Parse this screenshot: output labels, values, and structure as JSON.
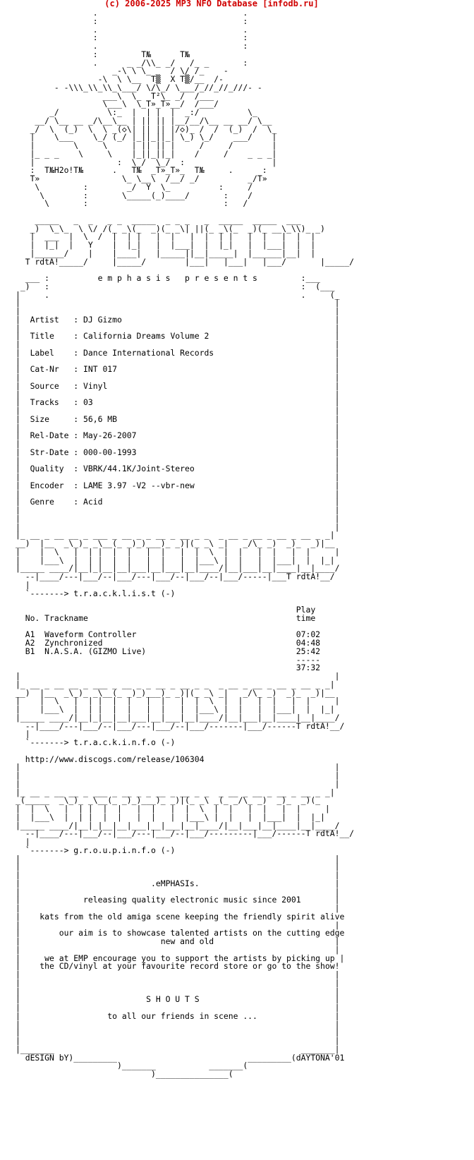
{
  "header": {
    "link_text": "(c) 2006-2025 MP3 NFO Database [infodb.ru]",
    "link_color": "#d00000"
  },
  "nfo": {
    "lines": [
      "                .                              .",
      "                :                              :",
      "                .                              .",
      "                :                              :",
      "                .                              :",
      "                :         T№      T№",
      "                .      _ _/\\\\_ _/   /_ _       :",
      "                    _-\\ \\ \\_    / \\/ /_    -",
      "                 -\\  \\ \\__  T▒  X T▒/__  /-",
      "        - -\\\\\\_\\\\_\\\\_\\___/ \\/\\_/ \\___/_//_//_///- -",
      "                  ___\\  \\_ _T²\\_ _/  /___",
      "                  \\___\\  \\_T»_T»__/  /___/",
      "       _/          \\:_  |  | |  |  _:/          \\_",
      "    __/ \\__ __ _/\\__\\__ | || || |__/__/\\__ __ __/ \\__",
      "   _/  \\  (_)  \\  \\ _(◇\\| || || |/◇)_ /  /  (_)  /  \\_",
      "   |    \\___    \\_/ (_/ |_||_||_| \\_) \\_/    ___/    |",
      "   |        \\     \\     | || || |     /     /        |",
      "   |_ _ _    \\     \\    |_||_||_|    /     /    _ _ _|",
      "   |                 :  \\_/  \\_/  :                  |",
      "   :  T№H2o!T№      .   T№  _T»_T»_  T№     .      :",
      "   T»                 \\_ \\__\\  /__/ _/          _/T»",
      "    \\         :        _/  Y  \\_          :     /",
      "     \\        :       \\_____(_)____/       :    /",
      "      \\       :                            :   /",
      "",
      "    _____   _  _   _ _  _____  _ _ _   _  _____  _____  ___",
      "   _)  \\_\\_  \\ \\/ /(_ _\\(_  _)(_ _\\| ||(_ _\\(_  _)(_ __\\_\\\\)_ _)",
      "   |  ___  |  \\  /  |  | |   |  |   |  |  | |   |  |   |  |  |",
      "   |  |_|  |   Y    |  |_|   |  |___|  |  |_|   |  |___|  |  |",
      "   |______/    |    |____|   |_____||__|_____|  |______|__|  |",
      "  T rdtA!_____/     |_____/        |___|   |___|   |___/       |_____/",
      "",
      "  ___ :          e m p h a s i s   p r e s e n t s         :___",
      " _)   :                                                    :  (___",
      "|     .                                                    .     (_",
      "|                                                                 |",
      "|                                                                 |",
      "|  Artist   : DJ Gizmo                                            |",
      "|                                                                 |",
      "|  Title    : California Dreams Volume 2                          |",
      "|                                                                 |",
      "|  Label    : Dance International Records                         |",
      "|                                                                 |",
      "|  Cat-Nr   : INT 017                                             |",
      "|                                                                 |",
      "|  Source   : Vinyl                                               |",
      "|                                                                 |",
      "|  Tracks   : 03                                                  |",
      "|                                                                 |",
      "|  Size     : 56,6 MB                                             |",
      "|                                                                 |",
      "|  Rel-Date : May-26-2007                                         |",
      "|                                                                 |",
      "|  Str-Date : 000-00-1993                                         |",
      "|                                                                 |",
      "|  Quality  : VBRK/44.1K/Joint-Stereo                             |",
      "|                                                                 |",
      "|  Encoder  : LAME 3.97 -V2 --vbr-new                             |",
      "|                                                                 |",
      "|  Genre    : Acid                                                |",
      "|                                                                 |",
      "|                                                                 |",
      "|                                                                 |",
      "|_ __ _ __ __ _ ___ _ __ _ _ __ _ __ _ _  _ __ _ __ _ __ _ __ _ _|",
      "__)  |__  _\\_)_ _\\__(_ _)_)___)_ _)|(_ _\\ _|   _/\\_ _)  _)_  _)|__",
      "|    |  \\   |  | |  |  |   |  |   |  |  \\  |  |   |  |   |  |     |",
      "|    |___\\  |  | |  |  |   |  |   |  |___\\ |  |   |  |___|  |  |_|",
      "|_____ ____/|__|_|__|__|___|__|___|__|____/|__|___|__|____|__|____/",
      "  --|____/---|___/--|___/---|___/--|___/--|___/-----|___T rdtA!__/",
      "  |",
      "  `-------> t.r.a.c.k.l.i.s.t (-)",
      "",
      "                                                          Play",
      "  No. Trackname                                           time",
      "",
      "  A1  Waveform Controller                                 07:02",
      "  A2  Zynchronized                                        04:48",
      "  B1  N.A.S.A. (GIZMO Live)                               25:42",
      "                                                          -----",
      "                                                          37:32",
      "|                                                                 |",
      "|_ __ _ __ __ _ ___ _ __ _ _ __ _ __ _ _  _ __ _ __ _ __ _ __ _ _|",
      "__)  |__  _\\_)_ _\\__(_ _)_)___)_ _)|(_ _\\ _|   _/\\_ _)  _)_  _)|__",
      "|    |  \\   |  | |  |  |   |  |   |  |  \\  |  |   |  |   |  |     |",
      "|    |___\\  |  | |  |  |   |  |   |  |___\\ |  |   |  |___|  |  |_|",
      "|_____ ____/|__|_|__|__|___|__|___|__|____/|__|___|__|____|__|____/",
      "  --|____/---|___/--|___/---|___/--|___/-------|___/------T rdtA!__/",
      "  |",
      "  `-------> t.r.a.c.k.i.n.f.o (-)",
      "",
      "  http://www.discogs.com/release/106304",
      "|                                                                 |",
      "|                                                                 |",
      "|                                                                 |",
      "|_ __ _ __ __ _ ___ _ __ _ _ __ _ __ _ _  _ __ _ __ _ __ _ __ _ _|",
      "_(_____  _\\_)_ _\\__(_ _)_)___)_ _)|(_ _\\ _(_ _/\\_ _)  _)_  _)(_",
      "|  |  \\   |  | |  |  |   |  |   |  |  \\  |  |   |  |   |  |     |",
      "|  |___\\  |  | |  |  |   |  |   |  |___\\ |  |   |  |___|  |  |_|",
      "|_____ ____/|__|_|__|__|___|__|___|__|____/|__|___|__|____|__|____/",
      "  --|____/---|___/--|___/---|___/--|___/---------|___/------T rdtA!__/",
      "  |",
      "  `-------> g.r.o.u.p.i.n.f.o (-)",
      "|                                                                 |",
      "|                                                                 |",
      "|                                                                 |",
      "|                           .eMPHASIs.                            |",
      "|                                                                 |",
      "|             releasing quality electronic music since 2001       |",
      "|                                                                 |",
      "|    kats from the old amiga scene keeping the friendly spirit alive",
      "|                                                                 |",
      "|        our aim is to showcase talented artists on the cutting edge",
      "|                             new and old                         |",
      "|                                                                 |",
      "|     we at EMP encourage you to support the artists by picking up |",
      "|    the CD/vinyl at your favourite record store or go to the show!",
      "|                                                                 |",
      "|                                                                 |",
      "|                                                                 |",
      "|                          S H O U T S                            |",
      "|                                                                 |",
      "|                  to all our friends in scene ...                |",
      "|                                                                 |",
      "|                                                                 |",
      "|                                                                 |",
      "|_______                                                   _______|",
      "  dESIGN bY)_________                           _________(dAYTONA'01",
      "                     )_______           _______(",
      "                            )_______________("
    ]
  }
}
